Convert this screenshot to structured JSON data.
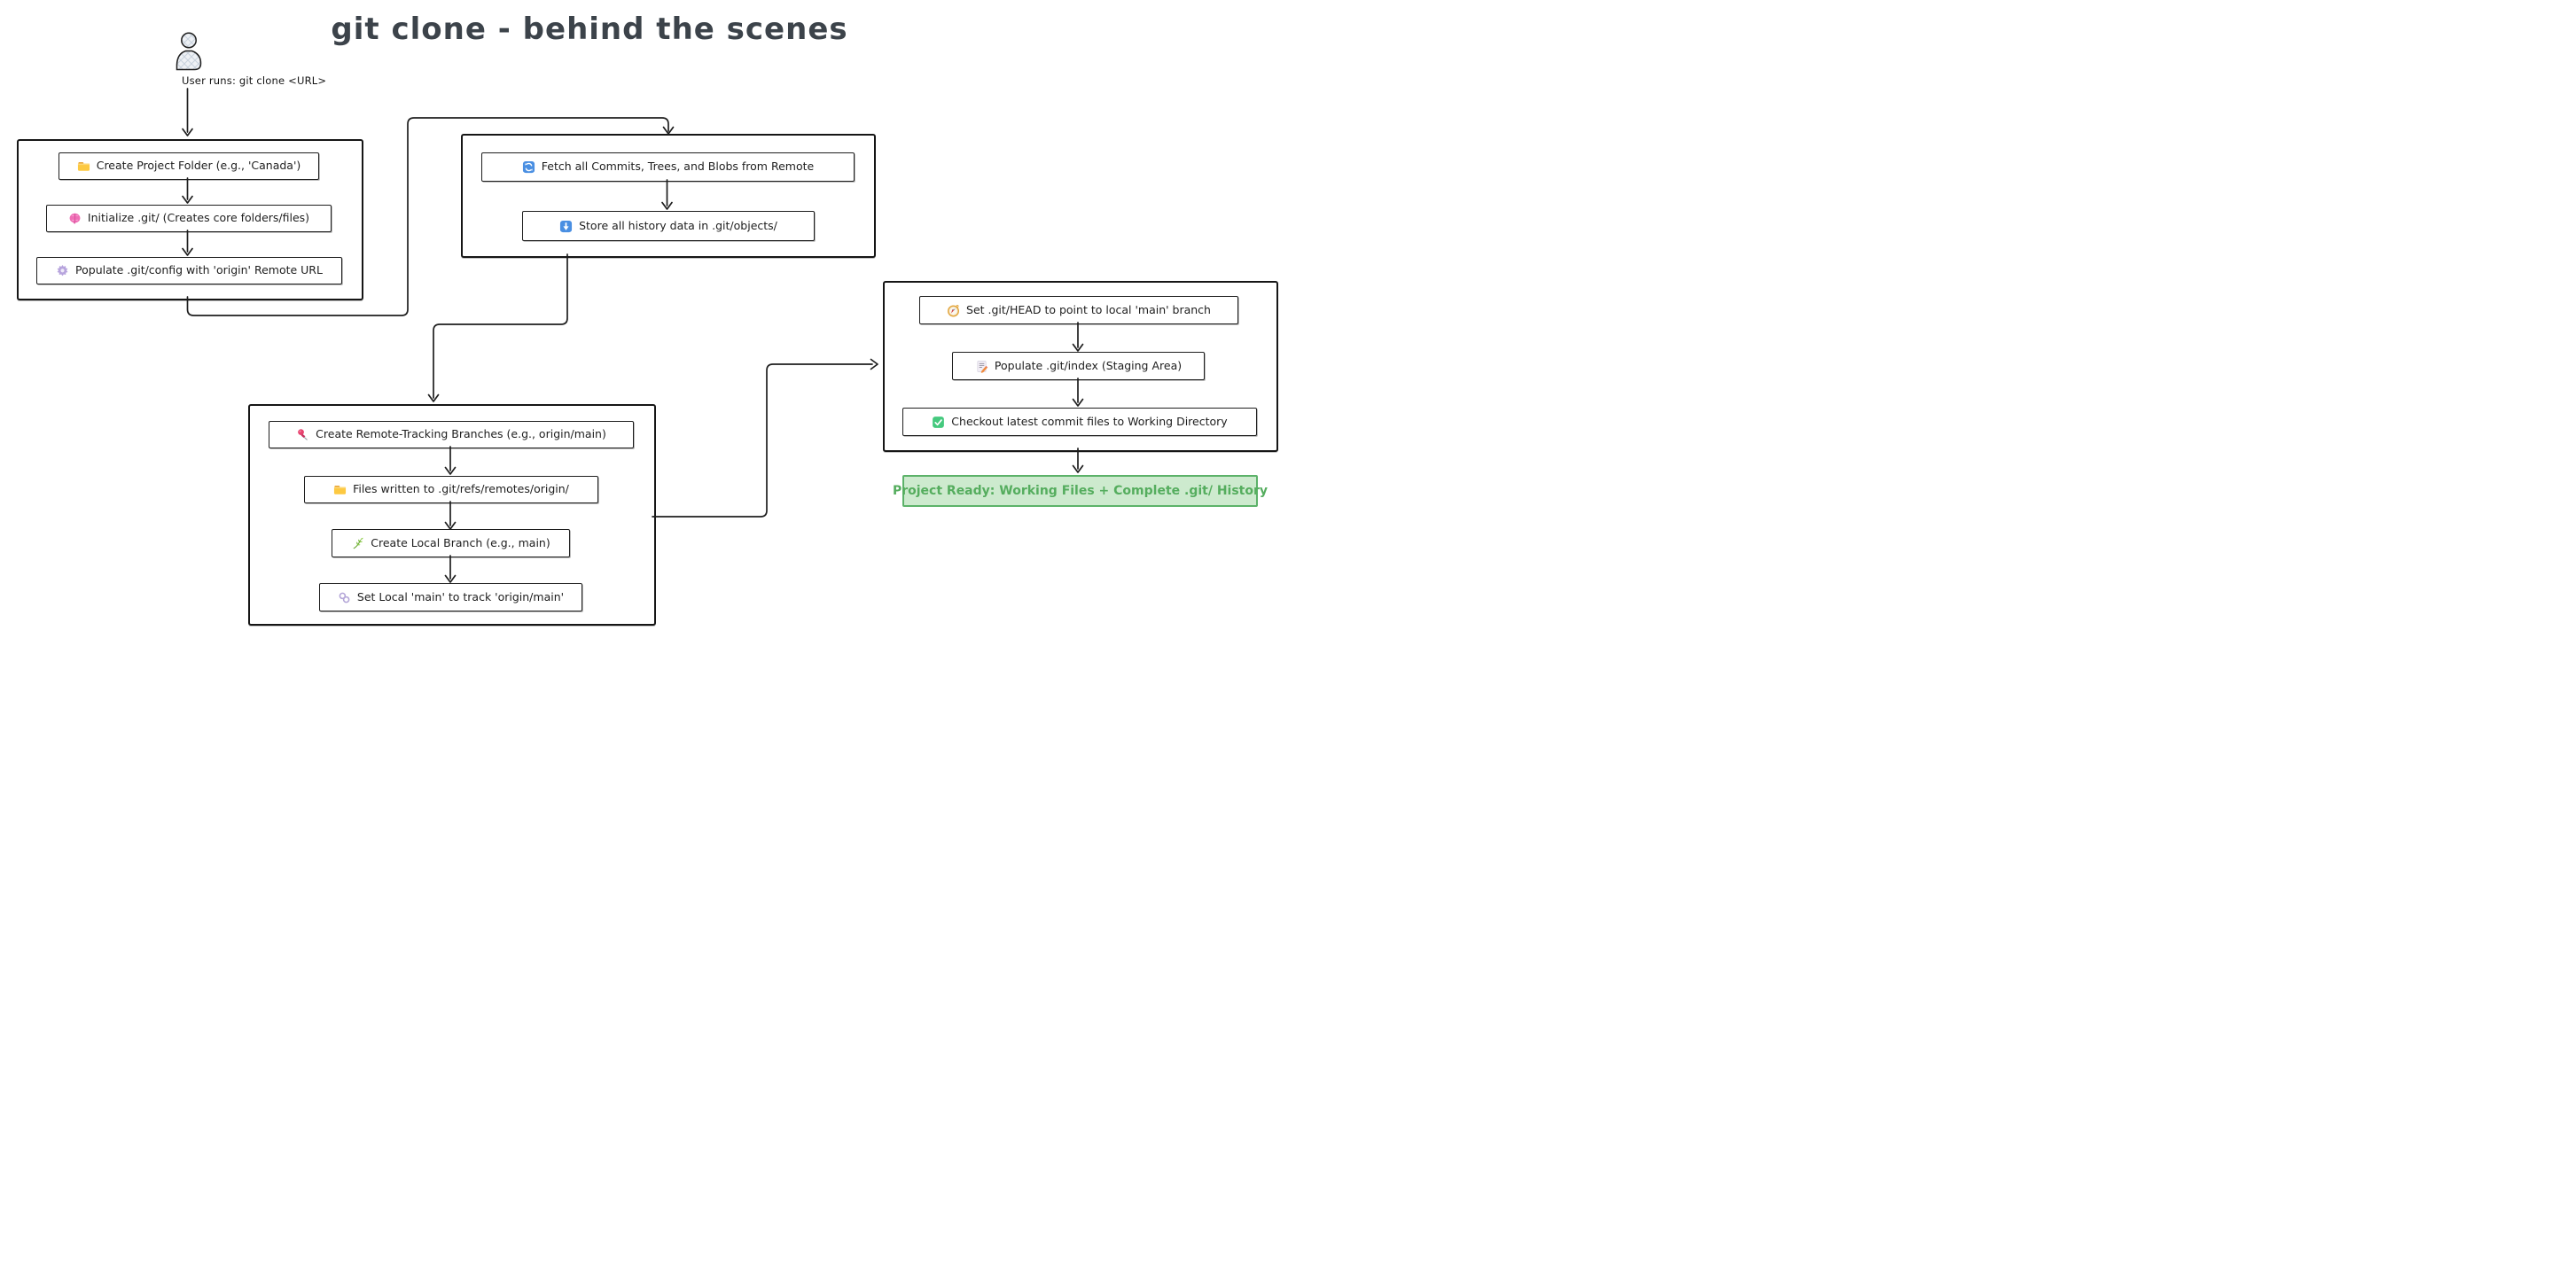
{
  "title": "git clone - behind the scenes",
  "actor": {
    "caption": "User runs: git clone <URL>"
  },
  "flow": {
    "local_setup": {
      "steps": [
        {
          "icon": "folder-icon",
          "label": "Create Project Folder (e.g., 'Canada')"
        },
        {
          "icon": "brain-icon",
          "label": "Initialize .git/ (Creates core folders/files)"
        },
        {
          "icon": "gear-icon",
          "label": "Populate .git/config with 'origin' Remote URL"
        }
      ]
    },
    "fetch": {
      "steps": [
        {
          "icon": "refresh-icon",
          "label": "Fetch all Commits, Trees, and Blobs from Remote"
        },
        {
          "icon": "download-icon",
          "label": "Store all history data in .git/objects/"
        }
      ]
    },
    "branching": {
      "steps": [
        {
          "icon": "pushpin-icon",
          "label": "Create Remote-Tracking Branches (e.g., origin/main)"
        },
        {
          "icon": "folder-icon",
          "label": "Files written to .git/refs/remotes/origin/"
        },
        {
          "icon": "herb-icon",
          "label": "Create Local Branch (e.g., main)"
        },
        {
          "icon": "link-icon",
          "label": "Set Local 'main' to track 'origin/main'"
        }
      ]
    },
    "checkout": {
      "steps": [
        {
          "icon": "compass-icon",
          "label": "Set .git/HEAD to point to local 'main' branch"
        },
        {
          "icon": "memo-icon",
          "label": "Populate .git/index (Staging Area)"
        },
        {
          "icon": "check-icon",
          "label": "Checkout latest commit files to Working Directory"
        }
      ]
    }
  },
  "result": {
    "label": "Project Ready: Working Files + Complete .git/ History"
  },
  "colors": {
    "ink": "#1e1e1e",
    "title_text": "#3c434a",
    "result_bg": "#cdeace",
    "result_border": "#5cb269",
    "result_text": "#55ad5e",
    "icon_blue": "#4a8fe2",
    "icon_green": "#45c97e",
    "icon_yellow": "#fdc941",
    "icon_pink": "#ef6fb6",
    "icon_red": "#e8436f",
    "icon_lavender": "#b7a4dd"
  }
}
